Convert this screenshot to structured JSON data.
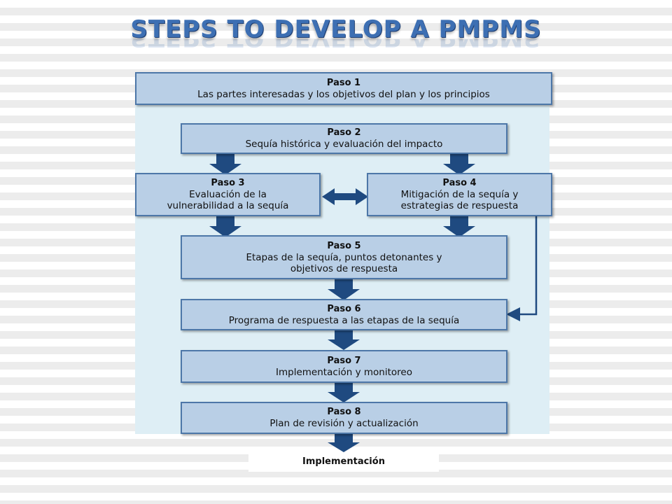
{
  "title": "STEPS TO DEVELOP A PMPMS",
  "steps": [
    {
      "header": "Paso 1",
      "body": "Las partes interesadas y los objetivos del plan y los principios"
    },
    {
      "header": "Paso 2",
      "body": "Sequía histórica y evaluación del impacto"
    },
    {
      "header": "Paso 3",
      "body": "Evaluación de la\nvulnerabilidad a la sequía"
    },
    {
      "header": "Paso 4",
      "body": "Mitigación de la sequía y\nestrategias de respuesta"
    },
    {
      "header": "Paso 5",
      "body": "Etapas de la sequía, puntos detonantes y\nobjetivos de respuesta"
    },
    {
      "header": "Paso 6",
      "body": "Programa de respuesta a las etapas de la sequía"
    },
    {
      "header": "Paso 7",
      "body": "Implementación y monitoreo"
    },
    {
      "header": "Paso 8",
      "body": "Plan de revisión y actualización"
    }
  ],
  "final": "Implementación",
  "colors": {
    "title": "#3d6fb3",
    "box_fill": "#b9cfe6",
    "box_border": "#4d77a8",
    "arrow": "#1f4a80",
    "panel": "#deeef5"
  }
}
